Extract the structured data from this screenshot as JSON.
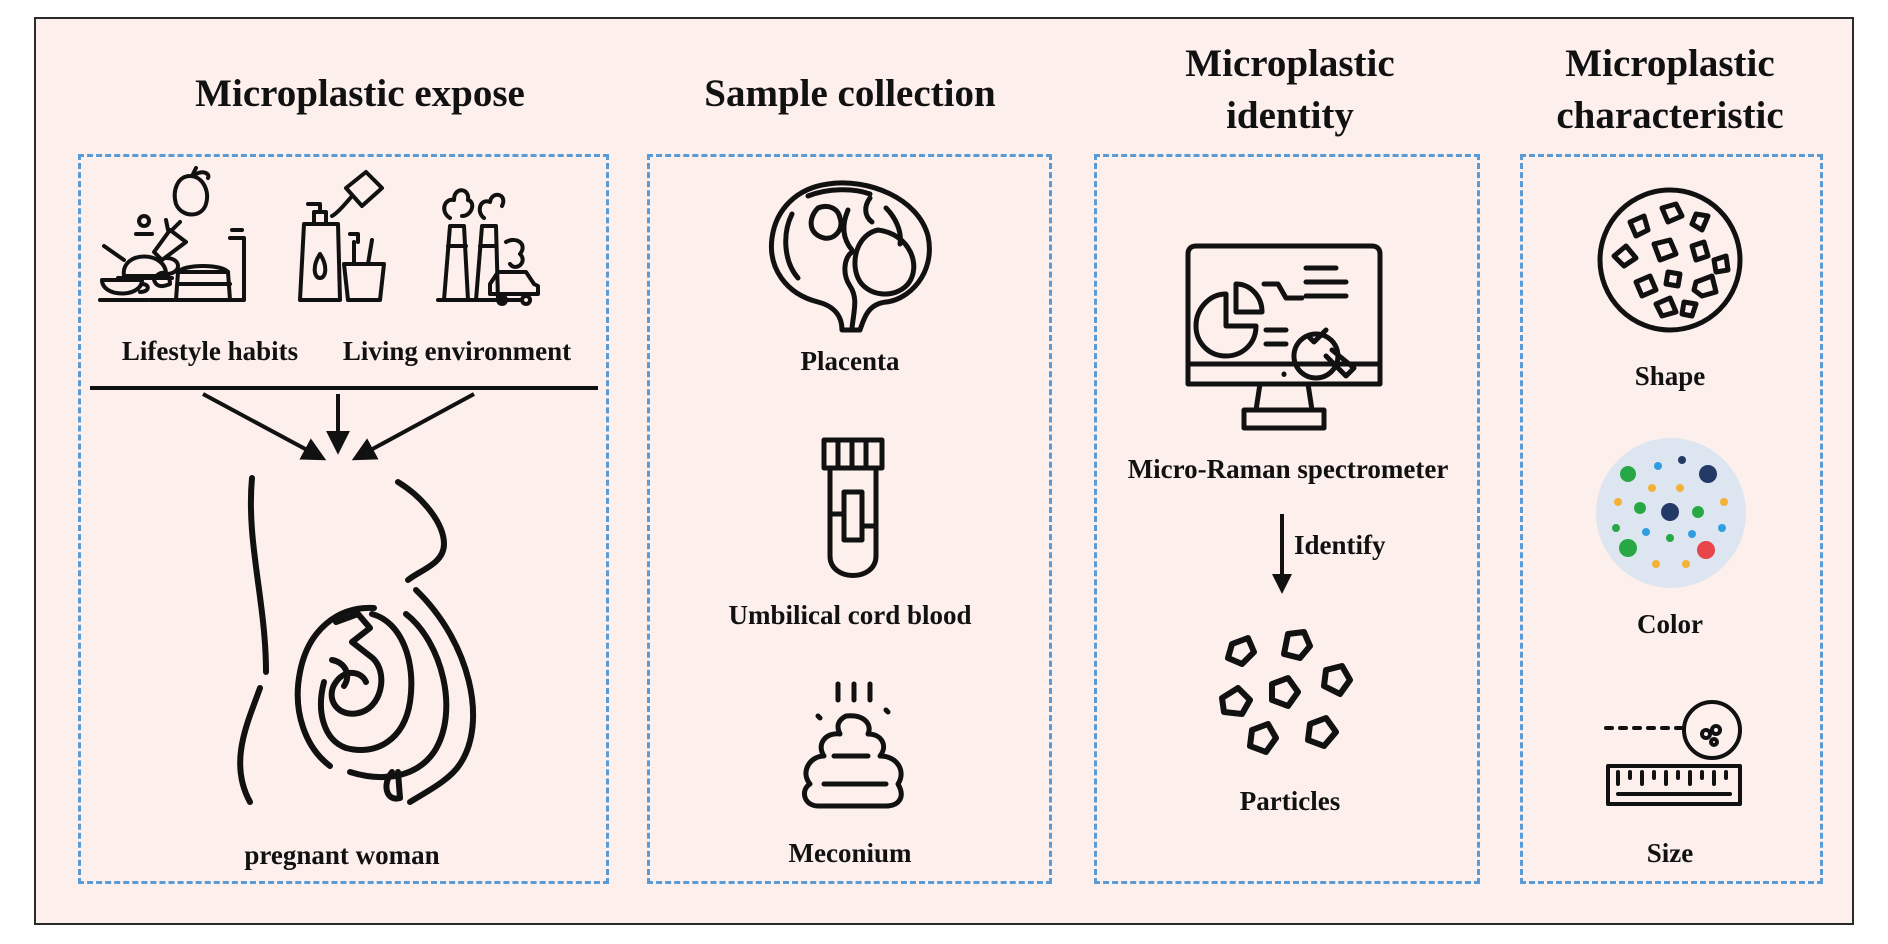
{
  "panels": {
    "exposure": {
      "title": "Microplastic expose",
      "lifestyle_label": "Lifestyle habits",
      "environment_label": "Living environment",
      "woman_label": "pregnant woman"
    },
    "samples": {
      "title": "Sample collection",
      "placenta_label": "Placenta",
      "blood_label": "Umbilical cord blood",
      "meconium_label": "Meconium"
    },
    "identity": {
      "title_line1": "Microplastic",
      "title_line2": "identity",
      "instrument_label": "Micro-Raman spectrometer",
      "arrow_label": "Identify",
      "particles_label": "Particles"
    },
    "characteristic": {
      "title_line1": "Microplastic",
      "title_line2": "characteristic",
      "shape_label": "Shape",
      "color_label": "Color",
      "size_label": "Size"
    }
  },
  "colors": {
    "background": "#fcefec",
    "dashed_border": "#5b9bd5",
    "frame": "#2b2b2b",
    "dot_green": "#27a845",
    "dot_navy": "#243a66",
    "dot_blue": "#2f9ee0",
    "dot_orange": "#f2b237",
    "dot_red": "#e8464a",
    "dish_fill": "#dde6f0"
  },
  "icons": [
    "teapot-icon",
    "food-icon",
    "toiletries-icon",
    "factory-icon",
    "car-icon",
    "pregnant-woman-icon",
    "placenta-icon",
    "test-tube-icon",
    "meconium-icon",
    "computer-analysis-icon",
    "particles-icon",
    "shape-dish-icon",
    "color-dish-icon",
    "ruler-icon"
  ]
}
